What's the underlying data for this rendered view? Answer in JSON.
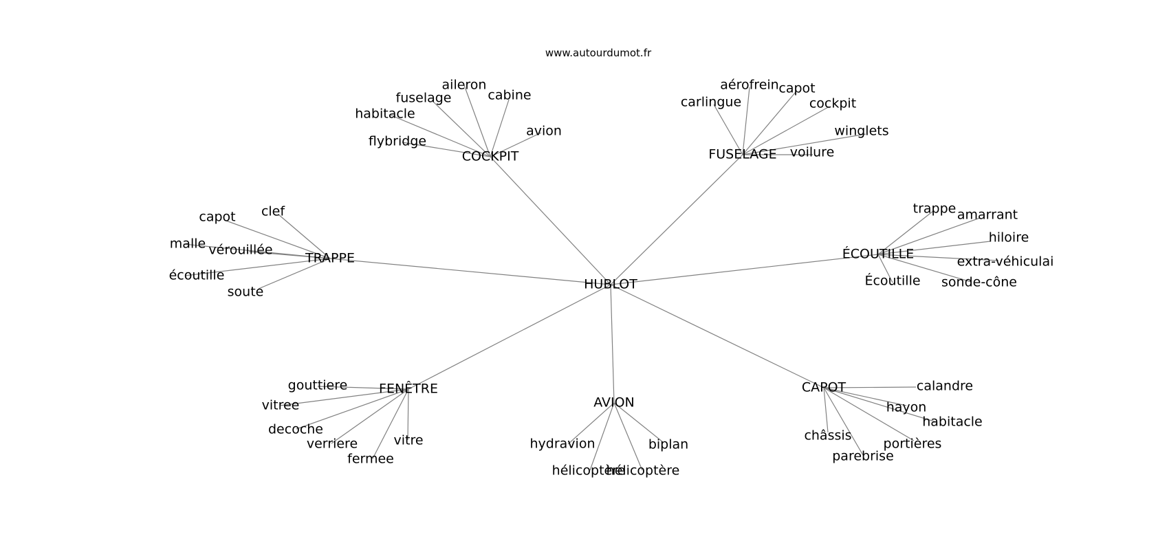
{
  "site": "www.autourdumot.fr",
  "colors": {
    "edge": "#808080",
    "text": "#000000",
    "background": "#ffffff"
  },
  "root": "HUBLOT",
  "groups": [
    {
      "id": "cockpit",
      "label": "COCKPIT",
      "leaves": [
        "aileron",
        "cabine",
        "fuselage",
        "habitacle",
        "avion",
        "flybridge"
      ]
    },
    {
      "id": "fuselage",
      "label": "FUSELAGE",
      "leaves": [
        "aérofrein",
        "capot",
        "carlingue",
        "cockpit",
        "winglets",
        "voilure"
      ]
    },
    {
      "id": "trappe",
      "label": "TRAPPE",
      "leaves": [
        "clef",
        "capot",
        "malle",
        "vérouillée",
        "écoutille",
        "soute"
      ]
    },
    {
      "id": "ecoutille",
      "label": "ÉCOUTILLE",
      "leaves": [
        "trappe",
        "amarrant",
        "hiloire",
        "extra-véhiculai",
        "Écoutille",
        "sonde-cône"
      ]
    },
    {
      "id": "fenetre",
      "label": "FENÊTRE",
      "leaves": [
        "gouttiere",
        "vitree",
        "decoche",
        "vitre",
        "verriere",
        "fermee"
      ]
    },
    {
      "id": "avion",
      "label": "AVION",
      "leaves": [
        "hydravion",
        "biplan",
        "hélicoptère",
        "hélicoptère"
      ]
    },
    {
      "id": "capot",
      "label": "CAPOT",
      "leaves": [
        "calandre",
        "hayon",
        "habitacle",
        "châssis",
        "portières",
        "parebrise"
      ]
    }
  ]
}
